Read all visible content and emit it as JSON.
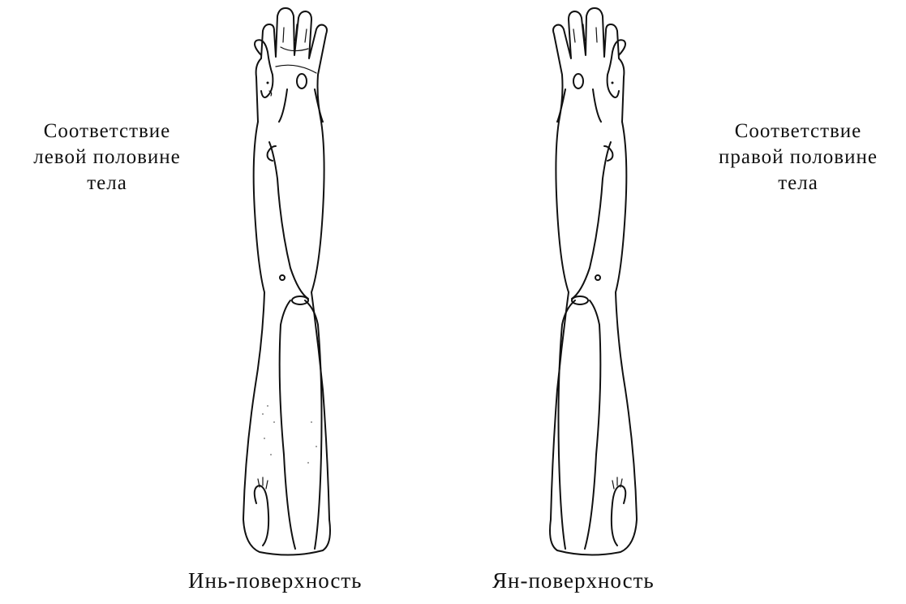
{
  "left_label": [
    "Соответствие",
    "левой половине",
    "тела"
  ],
  "right_label": [
    "Соответствие",
    "правой половине",
    "тела"
  ],
  "captions": {
    "yin": "Инь-поверхность",
    "yang": "Ян-поверхность"
  }
}
